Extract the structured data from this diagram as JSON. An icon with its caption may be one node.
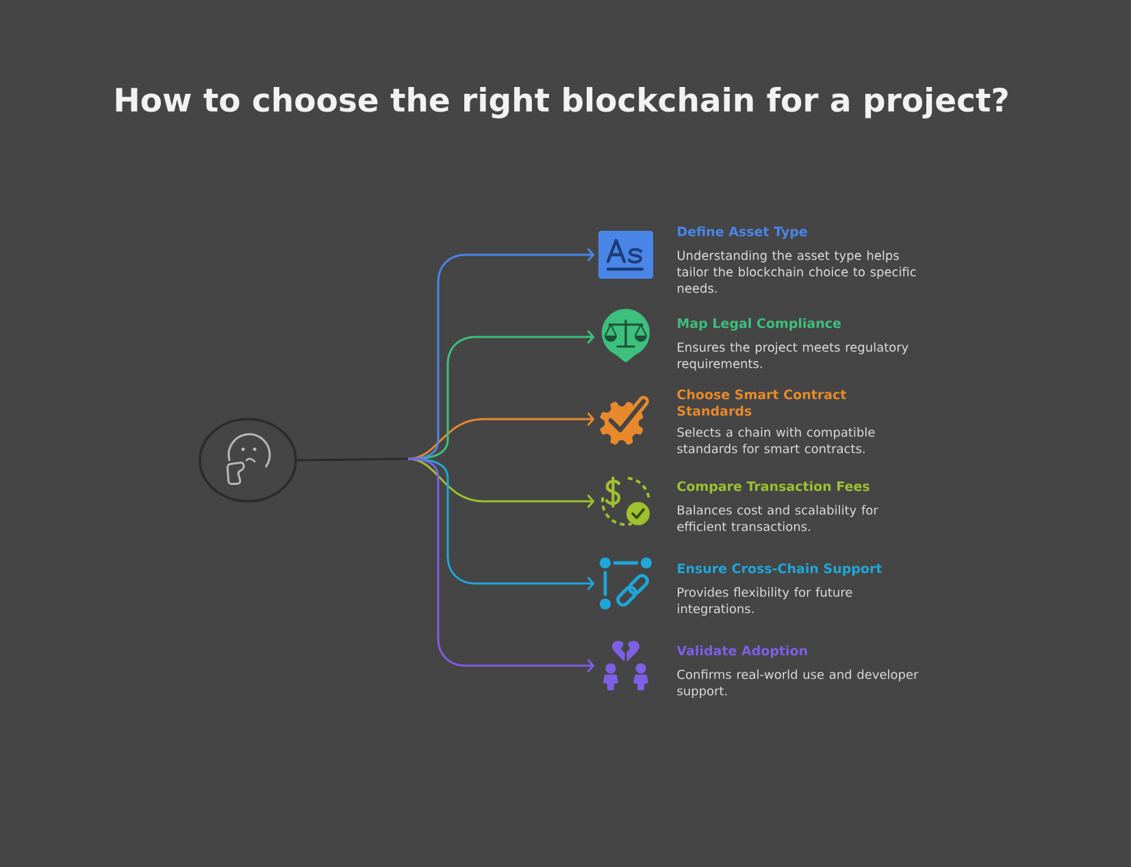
{
  "diagram": {
    "title": "How to choose the right blockchain for a project?",
    "nodes": [
      {
        "text": [],
        "shape": "circle"
      },
      {
        "text": [],
        "shape": "picture",
        "beside": [
          "Define Asset Type",
          "Understanding the asset type helps tailor the blockchain choice to specific needs."
        ]
      },
      {
        "text": [],
        "shape": "picture",
        "beside": [
          "Map Legal Compliance",
          "Ensures the project meets regulatory requirements."
        ]
      },
      {
        "text": [],
        "shape": "picture",
        "beside": [
          "Choose Smart Contract Standards",
          "Selects a chain with compatible standards for smart contracts."
        ]
      },
      {
        "text": [],
        "shape": "picture",
        "beside": [
          "Compare Transaction Fees",
          "Balances cost and scalability for efficient transactions."
        ]
      },
      {
        "text": [],
        "shape": "picture",
        "beside": [
          "Ensure Cross-Chain Support",
          "Provides flexibility for future integrations."
        ]
      },
      {
        "text": [],
        "shape": "picture",
        "beside": [
          "Validate Adoption",
          "Confirms real-world use and developer support."
        ]
      }
    ],
    "edges": [
      {
        "from": 0,
        "to": 1,
        "arrow": "to",
        "color": "#4a86e8"
      },
      {
        "from": 0,
        "to": 2,
        "arrow": "to",
        "color": "#3dbf7d"
      },
      {
        "from": 0,
        "to": 3,
        "arrow": "to",
        "color": "#e8892c"
      },
      {
        "from": 0,
        "to": 4,
        "arrow": "to",
        "color": "#9dc12f"
      },
      {
        "from": 0,
        "to": 5,
        "arrow": "to",
        "color": "#1ea7d9"
      },
      {
        "from": 0,
        "to": 6,
        "arrow": "to",
        "color": "#7e5fe6"
      }
    ]
  }
}
